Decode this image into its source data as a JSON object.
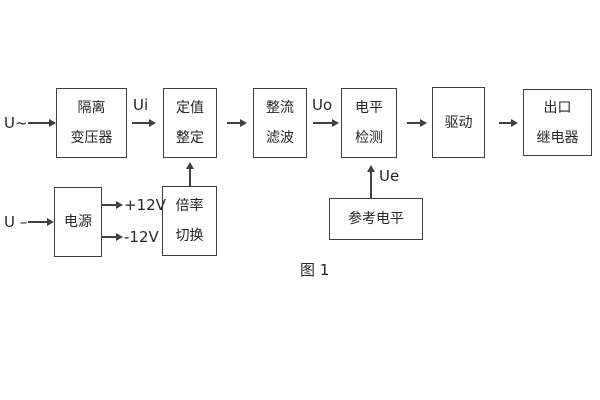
{
  "figure": {
    "caption": "图 1",
    "type": "block-diagram"
  },
  "blocks": {
    "isolation": {
      "line1": "隔离",
      "line2": "变压器"
    },
    "setting": {
      "line1": "定值",
      "line2": "整定"
    },
    "rectifier": {
      "line1": "整流",
      "line2": "滤波"
    },
    "level": {
      "line1": "电平",
      "line2": "检测"
    },
    "drive": {
      "line1": "驱动",
      "line2": ""
    },
    "output": {
      "line1": "出口",
      "line2": "继电器"
    },
    "power": {
      "line1": "电源",
      "line2": ""
    },
    "ratio": {
      "line1": "倍率",
      "line2": "切换"
    },
    "reference": {
      "line1": "参考电平",
      "line2": ""
    }
  },
  "labels": {
    "ac_input": "U~",
    "dc_input": "U –",
    "ui": "Ui",
    "uo": "Uo",
    "ue": "Ue",
    "pos_rail": "+12V",
    "neg_rail": "-12V"
  },
  "colors": {
    "line": "#3f3f3f",
    "text": "#262626",
    "background": "#ffffff"
  },
  "connections": [
    {
      "from": "ac_input",
      "to": "isolation"
    },
    {
      "from": "isolation",
      "to": "setting",
      "signal": "Ui"
    },
    {
      "from": "setting",
      "to": "rectifier"
    },
    {
      "from": "rectifier",
      "to": "level",
      "signal": "Uo"
    },
    {
      "from": "level",
      "to": "drive"
    },
    {
      "from": "drive",
      "to": "output"
    },
    {
      "from": "dc_input",
      "to": "power"
    },
    {
      "from": "power",
      "to": "ratio",
      "signal": "+12V"
    },
    {
      "from": "power",
      "to": "ratio",
      "signal": "-12V"
    },
    {
      "from": "ratio",
      "to": "setting"
    },
    {
      "from": "reference",
      "to": "level",
      "signal": "Ue"
    }
  ]
}
